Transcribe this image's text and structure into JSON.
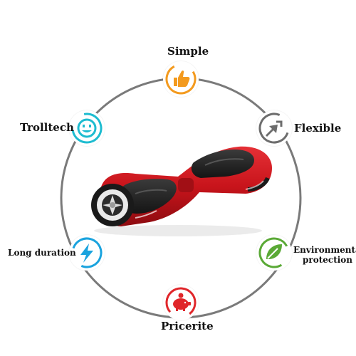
{
  "features": {
    "simple": {
      "label": "Simple",
      "icon": "thumbs-up-icon",
      "color": "#f39a1e"
    },
    "flexible": {
      "label": "Flexible",
      "icon": "arrows-icon",
      "color": "#6d6d6d"
    },
    "environmental": {
      "label_line1": "Environmental",
      "label_line2": "protection",
      "icon": "leaf-icon",
      "color": "#5aa936"
    },
    "pricerite": {
      "label": "Pricerite",
      "icon": "piggy-bank-icon",
      "color": "#e0262a"
    },
    "long_duration": {
      "label": "Long duration",
      "icon": "lightning-icon",
      "color": "#1aa3de"
    },
    "trolltech": {
      "label": "Trolltech",
      "icon": "smiley-icon",
      "color": "#1ebcd0"
    }
  },
  "product": {
    "icon": "hoverboard-image",
    "color": "#c8141b"
  }
}
